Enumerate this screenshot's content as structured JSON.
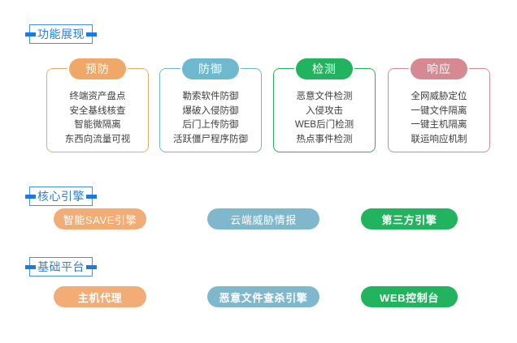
{
  "palette": {
    "prevent": "#F0A868",
    "defend": "#6FB9CE",
    "detect": "#22B35E",
    "respond": "#D58A93",
    "header_blue": "#2F7FD1",
    "header_dash": "#1F7AE0",
    "pill_orange": "#F2AD76",
    "pill_blue": "#7FB8CD",
    "pill_green": "#22B35E",
    "body_text": "#3D3D3D"
  },
  "sections": [
    {
      "id": "features",
      "title": "功能展现"
    },
    {
      "id": "core-engine",
      "title": "核心引擎"
    },
    {
      "id": "base-platform",
      "title": "基础平台"
    }
  ],
  "cards": [
    {
      "id": "prevention",
      "badge": "预防",
      "color": "#F0A868",
      "items": [
        "终端资产盘点",
        "安全基线核查",
        "智能微隔离",
        "东西向流量可视"
      ]
    },
    {
      "id": "defense",
      "badge": "防御",
      "color": "#6FB9CE",
      "items": [
        "勒索软件防御",
        "爆破入侵防御",
        "后门上传防御",
        "活跃僵尸程序防御"
      ]
    },
    {
      "id": "detection",
      "badge": "检测",
      "color": "#22B35E",
      "items": [
        "恶意文件检测",
        "入侵攻击",
        "WEB后门检测",
        "热点事件检测"
      ]
    },
    {
      "id": "response",
      "badge": "响应",
      "color": "#D58A93",
      "items": [
        "全网威胁定位",
        "一键文件隔离",
        "一键主机隔离",
        "联运响应机制"
      ]
    }
  ],
  "core_engine_pills": [
    {
      "id": "save-engine",
      "label": "智能SAVE引擎",
      "color": "#F2AD76",
      "bold": false
    },
    {
      "id": "cloud-threat",
      "label": "云端威胁情报",
      "color": "#7FB8CD",
      "bold": false
    },
    {
      "id": "third-party",
      "label": "第三方引擎",
      "color": "#22B35E",
      "bold": true
    }
  ],
  "base_platform_pills": [
    {
      "id": "host-agent",
      "label": "主机代理",
      "color": "#F2AD76",
      "bold": true
    },
    {
      "id": "malware-scan",
      "label": "恶意文件查杀引擎",
      "color": "#7FB8CD",
      "bold": true
    },
    {
      "id": "web-console",
      "label": "WEB控制台",
      "color": "#22B35E",
      "bold": true
    }
  ]
}
